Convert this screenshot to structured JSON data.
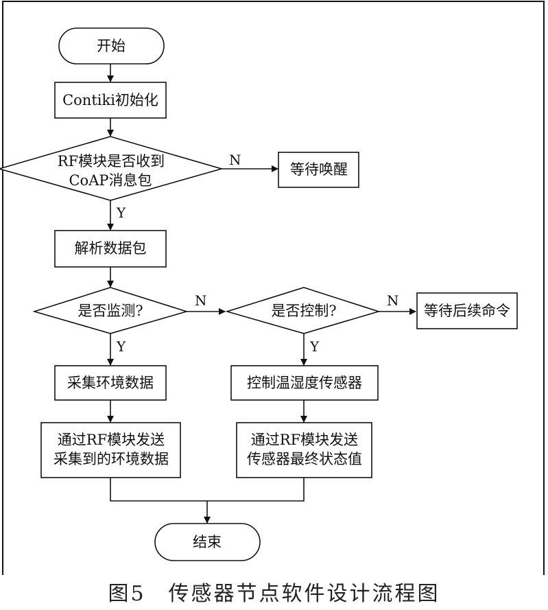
{
  "nodes": {
    "start": "开始",
    "init": "Contiki初始化",
    "rf_decision_line1": "RF模块是否收到",
    "rf_decision_line2": "CoAP消息包",
    "wait_wakeup": "等待唤醒",
    "parse": "解析数据包",
    "monitor_decision": "是否监测?",
    "control_decision": "是否控制?",
    "wait_command": "等待后续命令",
    "collect": "采集环境数据",
    "control_sensor": "控制温湿度传感器",
    "send_env_line1": "通过RF模块发送",
    "send_env_line2": "采集到的环境数据",
    "send_state_line1": "通过RF模块发送",
    "send_state_line2": "传感器最终状态值",
    "end": "结束"
  },
  "edge_labels": {
    "rf_no": "N",
    "rf_yes": "Y",
    "monitor_no": "N",
    "monitor_yes": "Y",
    "control_no": "N",
    "control_yes": "Y"
  },
  "caption": "图5　传感器节点软件设计流程图"
}
